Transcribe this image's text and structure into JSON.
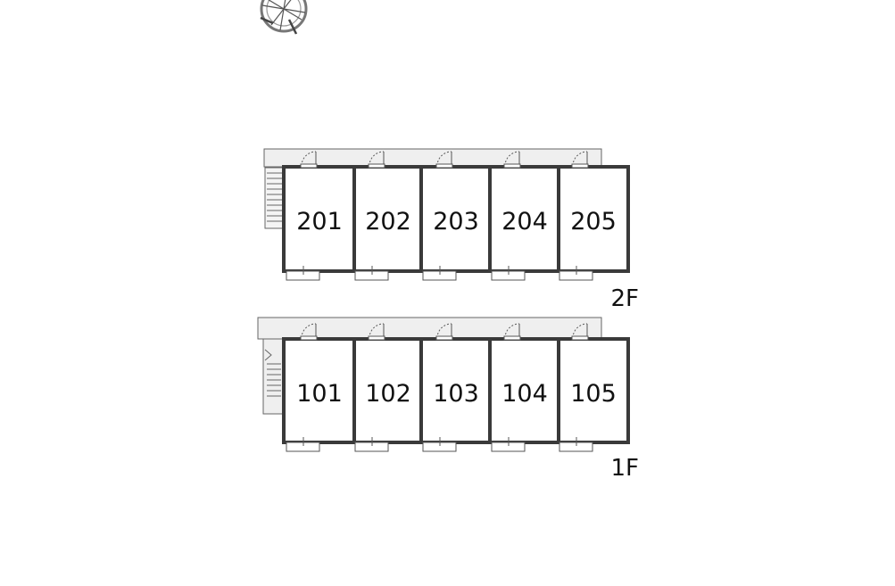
{
  "floors": [
    {
      "label": "2F",
      "units": [
        "201",
        "202",
        "203",
        "204",
        "205"
      ]
    },
    {
      "label": "1F",
      "units": [
        "101",
        "102",
        "103",
        "104",
        "105"
      ]
    }
  ],
  "colors": {
    "wall": "#3a3a3a",
    "corridor": "#efefef",
    "line": "#666666",
    "background": "#ffffff"
  },
  "icons": {
    "north": "compass-icon"
  }
}
